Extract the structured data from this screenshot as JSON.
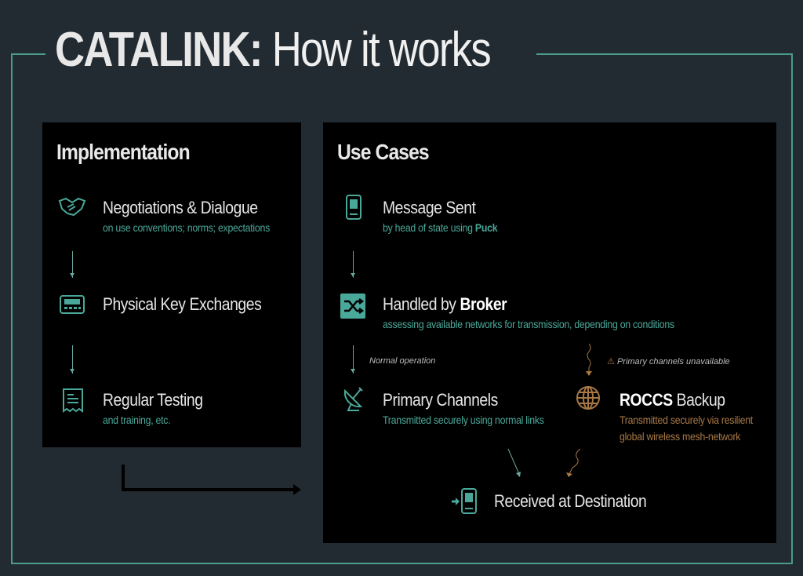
{
  "title": {
    "brand": "CATALINK:",
    "rest": "How it works"
  },
  "implementation": {
    "heading": "Implementation",
    "steps": [
      {
        "title": "Negotiations & Dialogue",
        "subtitle": "on use conventions; norms; expectations",
        "icon": "handshake-icon"
      },
      {
        "title": "Physical Key Exchanges",
        "subtitle": "",
        "icon": "keypad-device-icon"
      },
      {
        "title": "Regular Testing",
        "subtitle": "and training, etc.",
        "icon": "receipt-icon"
      }
    ]
  },
  "use_cases": {
    "heading": "Use Cases",
    "message_sent": {
      "title": "Message Sent",
      "subtitle_prefix": "by head of state using ",
      "subtitle_bold": "Puck"
    },
    "broker": {
      "title_prefix": "Handled by ",
      "title_bold": "Broker",
      "subtitle": "assessing available networks for transmission, depending on conditions"
    },
    "normal_label": "Normal operation",
    "warning_label": "Primary channels unavailable",
    "primary": {
      "title": "Primary Channels",
      "subtitle": "Transmitted securely using normal links"
    },
    "backup": {
      "title_bold": "ROCCS",
      "title_rest": " Backup",
      "subtitle_line1": "Transmitted securely via resilient",
      "subtitle_line2": "global wireless mesh-network"
    },
    "received": {
      "title": "Received at Destination"
    }
  },
  "colors": {
    "teal": "#4aa89a",
    "orange": "#a87845",
    "background": "#232b32"
  }
}
